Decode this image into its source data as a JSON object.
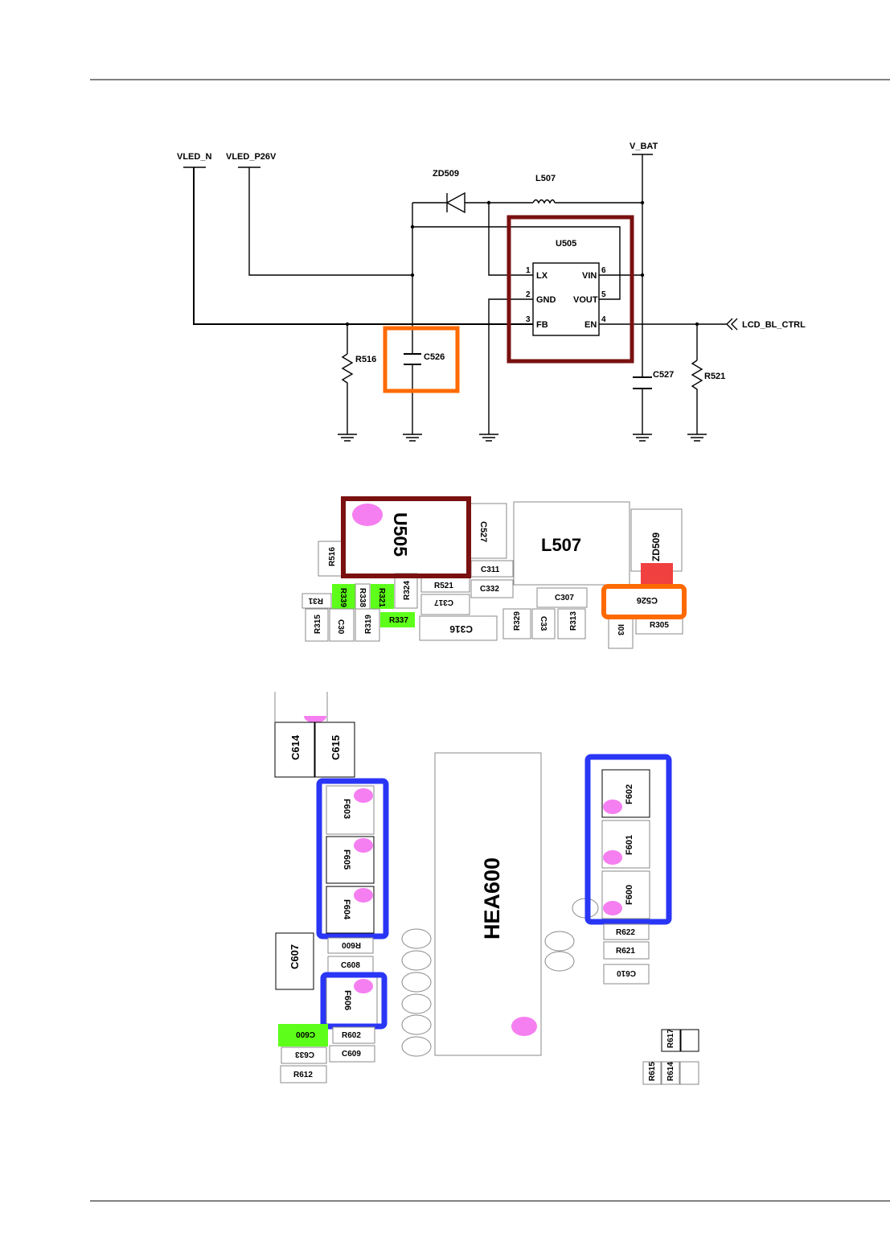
{
  "schematic": {
    "nets": {
      "vled_n": "VLED_N",
      "vled_p26v": "VLED_P26V",
      "v_bat": "V_BAT",
      "lcd_bl_ctrl": "LCD_BL_CTRL"
    },
    "parts": {
      "zd509": "ZD509",
      "l507": "L507",
      "u505": "U505",
      "c526": "C526",
      "c527": "C527",
      "r516": "R516",
      "r521": "R521"
    },
    "pins": {
      "lx": "LX",
      "gnd": "GND",
      "fb": "FB",
      "vin": "VIN",
      "vout": "VOUT",
      "en": "EN",
      "p1": "1",
      "p2": "2",
      "p3": "3",
      "p4": "4",
      "p5": "5",
      "p6": "6"
    }
  },
  "layout1": {
    "u505": "U505",
    "c527": "C527",
    "l507": "L507",
    "zd509": "ZD509",
    "r516": "R516",
    "c311": "C311",
    "r521": "R521",
    "c332": "C332",
    "c307": "C307",
    "c526": "C526",
    "r31": "R31",
    "r339": "R339",
    "r338": "R338",
    "r321": "R321",
    "r324": "R324",
    "c317": "C317",
    "r315": "R315",
    "c30": "C30",
    "r319": "R319",
    "r337": "R337",
    "c316": "C316",
    "r329": "R329",
    "c33": "C33",
    "r313": "R313",
    "i03": "I03",
    "r305": "R305"
  },
  "layout2": {
    "c614": "C614",
    "c615": "C615",
    "f603": "F603",
    "f605": "F605",
    "f604": "F604",
    "hea600": "HEA600",
    "f602": "F602",
    "f601": "F601",
    "f600": "F600",
    "r600": "R600",
    "c607": "C607",
    "c608": "C608",
    "f606": "F606",
    "c600": "C600",
    "r602": "R602",
    "c633": "C633",
    "c609": "C609",
    "r612": "R612",
    "r622": "R622",
    "r621": "R621",
    "c610": "C610",
    "r617": "R617",
    "r615": "R615",
    "r614": "R614"
  },
  "colors": {
    "maroon": "#7a1010",
    "orange": "#ff6a00",
    "blue": "#2a36f5",
    "pink": "#f57ff0",
    "green": "#5dff1a",
    "red": "#f04040"
  }
}
